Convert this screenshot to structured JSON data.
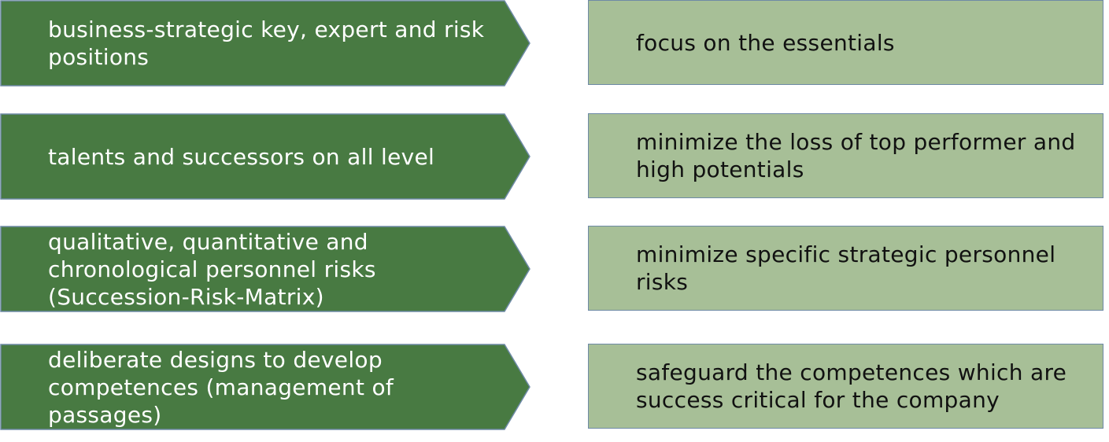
{
  "colors": {
    "arrow_fill": "#487a42",
    "arrow_border": "#6e8aa6",
    "box_fill": "#a7bf97",
    "box_border": "#6e8aa6",
    "arrow_text": "#ffffff",
    "box_text": "#111111"
  },
  "rows": [
    {
      "left": "business-strategic key, expert and risk positions",
      "right": "focus on the essentials"
    },
    {
      "left": "talents and successors on all level",
      "right": "minimize the loss of top performer and high potentials"
    },
    {
      "left": "qualitative, quantitative and chronological personnel risks (Succession-Risk-Matrix)",
      "right": "minimize specific strategic personnel risks"
    },
    {
      "left": "deliberate designs to develop competences (management of passages)",
      "right": "safeguard the competences which are success critical for the company"
    }
  ]
}
